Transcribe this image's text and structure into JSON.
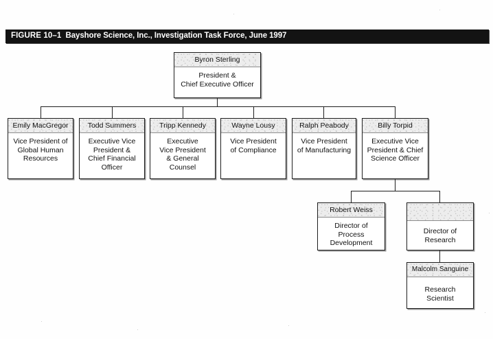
{
  "figure": {
    "label": "FIGURE 10–1",
    "caption": "Bayshore Science, Inc., Investigation Task Force, June 1997"
  },
  "chart_data": {
    "type": "diagram",
    "diagram_type": "organization-chart",
    "title": "Bayshore Science, Inc., Investigation Task Force, June 1997",
    "nodes": [
      {
        "id": "ceo",
        "name": "Byron Sterling",
        "title": "President &\nChief Executive Officer",
        "level": 1,
        "parent": null
      },
      {
        "id": "hr",
        "name": "Emily MacGregor",
        "title": "Vice President of\nGlobal Human\nResources",
        "level": 2,
        "parent": "ceo"
      },
      {
        "id": "cfo",
        "name": "Todd Summers",
        "title": "Executive Vice\nPresident &\nChief Financial\nOfficer",
        "level": 2,
        "parent": "ceo"
      },
      {
        "id": "counsel",
        "name": "Tripp Kennedy",
        "title": "Executive\nVice President\n& General\nCounsel",
        "level": 2,
        "parent": "ceo"
      },
      {
        "id": "compliance",
        "name": "Wayne Lousy",
        "title": "Vice President\nof Compliance",
        "level": 2,
        "parent": "ceo"
      },
      {
        "id": "mfg",
        "name": "Ralph Peabody",
        "title": "Vice President\nof Manufacturing",
        "level": 2,
        "parent": "ceo"
      },
      {
        "id": "cso",
        "name": "Billy Torpid",
        "title": "Executive Vice\nPresident & Chief\nScience Officer",
        "level": 2,
        "parent": "ceo"
      },
      {
        "id": "procdev",
        "name": "Robert Weiss",
        "title": "Director of\nProcess\nDevelopment",
        "level": 3,
        "parent": "cso"
      },
      {
        "id": "research",
        "name": "",
        "title": "Director of\nResearch",
        "level": 3,
        "parent": "cso"
      },
      {
        "id": "scientist",
        "name": "Malcolm Sanguine",
        "title": "Research\nScientist",
        "level": 4,
        "parent": "research"
      }
    ]
  },
  "nodes": {
    "ceo": {
      "name": "Byron Sterling",
      "title_line1": "President &",
      "title_line2": "Chief Executive Officer",
      "title_line3": "",
      "title_line4": ""
    },
    "hr": {
      "name": "Emily MacGregor",
      "title_line1": "Vice President of",
      "title_line2": "Global Human",
      "title_line3": "Resources",
      "title_line4": ""
    },
    "cfo": {
      "name": "Todd Summers",
      "title_line1": "Executive Vice",
      "title_line2": "President &",
      "title_line3": "Chief Financial",
      "title_line4": "Officer"
    },
    "counsel": {
      "name": "Tripp Kennedy",
      "title_line1": "Executive",
      "title_line2": "Vice President",
      "title_line3": "& General",
      "title_line4": "Counsel"
    },
    "compliance": {
      "name": "Wayne Lousy",
      "title_line1": "Vice President",
      "title_line2": "of Compliance",
      "title_line3": "",
      "title_line4": ""
    },
    "mfg": {
      "name": "Ralph Peabody",
      "title_line1": "Vice President",
      "title_line2": "of Manufacturing",
      "title_line3": "",
      "title_line4": ""
    },
    "cso": {
      "name": "Billy Torpid",
      "title_line1": "Executive Vice",
      "title_line2": "President & Chief",
      "title_line3": "Science Officer",
      "title_line4": ""
    },
    "procdev": {
      "name": "Robert Weiss",
      "title_line1": "Director of",
      "title_line2": "Process",
      "title_line3": "Development",
      "title_line4": ""
    },
    "research": {
      "name": "",
      "title_line1": "Director of",
      "title_line2": "Research",
      "title_line3": "",
      "title_line4": ""
    },
    "scientist": {
      "name": "Malcolm Sanguine",
      "title_line1": "Research",
      "title_line2": "Scientist",
      "title_line3": "",
      "title_line4": ""
    }
  },
  "colors": {
    "caption_bar": "#131313",
    "caption_text": "#ffffff",
    "box_border": "#1d1d1d",
    "name_band": "#ededed",
    "page": "#ffffff"
  }
}
